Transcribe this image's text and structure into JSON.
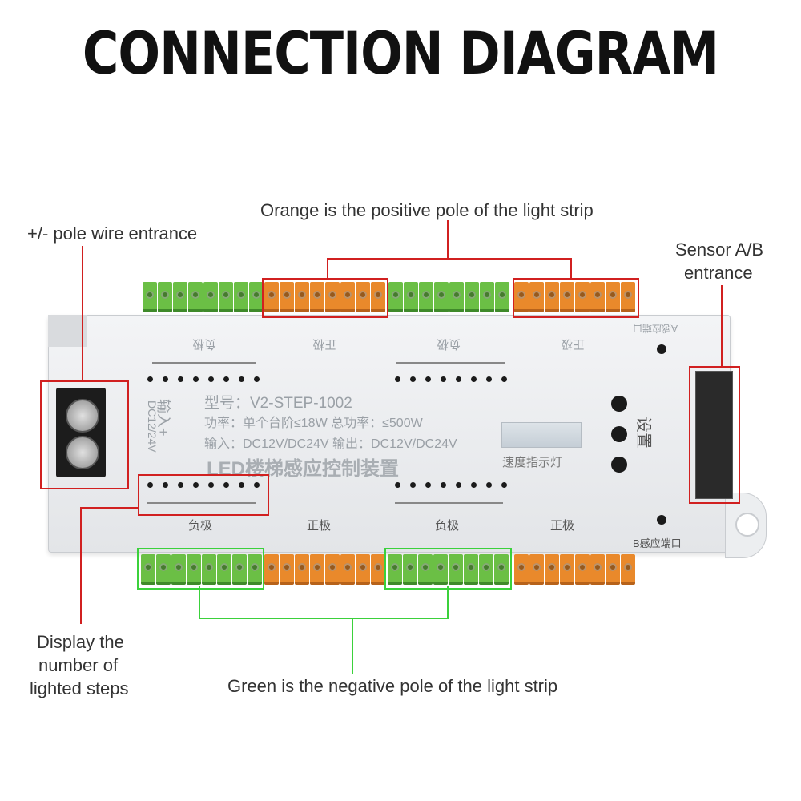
{
  "title": "CONNECTION DIAGRAM",
  "labels": {
    "orange_positive": "Orange is the positive pole of the light strip",
    "pole_wire": "+/- pole wire entrance",
    "sensor_line1": "Sensor A/B",
    "sensor_line2": "entrance",
    "display_line1": "Display the",
    "display_line2": "number of",
    "display_line3": "lighted steps",
    "green_negative": "Green is the negative pole of the light strip"
  },
  "device": {
    "model": "型号：V2-STEP-1002",
    "power": "功率：单个台阶≤18W 总功率：≤500W",
    "io": "输入：DC12V/DC24V  输出：DC12V/DC24V",
    "name": "LED楼梯感应控制装置",
    "speed_indicator": "速度指示灯",
    "settings": "设置",
    "input_label": "输入+",
    "input_voltage": "DC12/24V",
    "sensor_a": "A感应端口",
    "sensor_b": "B感应端口",
    "top_neg_1": "负极",
    "top_pos_1": "正极",
    "top_neg_2": "负极",
    "top_pos_2": "正极",
    "bot_neg_1": "负极",
    "bot_pos_1": "正极",
    "bot_neg_2": "负极",
    "bot_pos_2": "正极"
  },
  "colors": {
    "highlight_red": "#d12020",
    "highlight_green": "#3bd13b",
    "terminal_green": "#6bbf45",
    "terminal_orange": "#e9892b"
  }
}
